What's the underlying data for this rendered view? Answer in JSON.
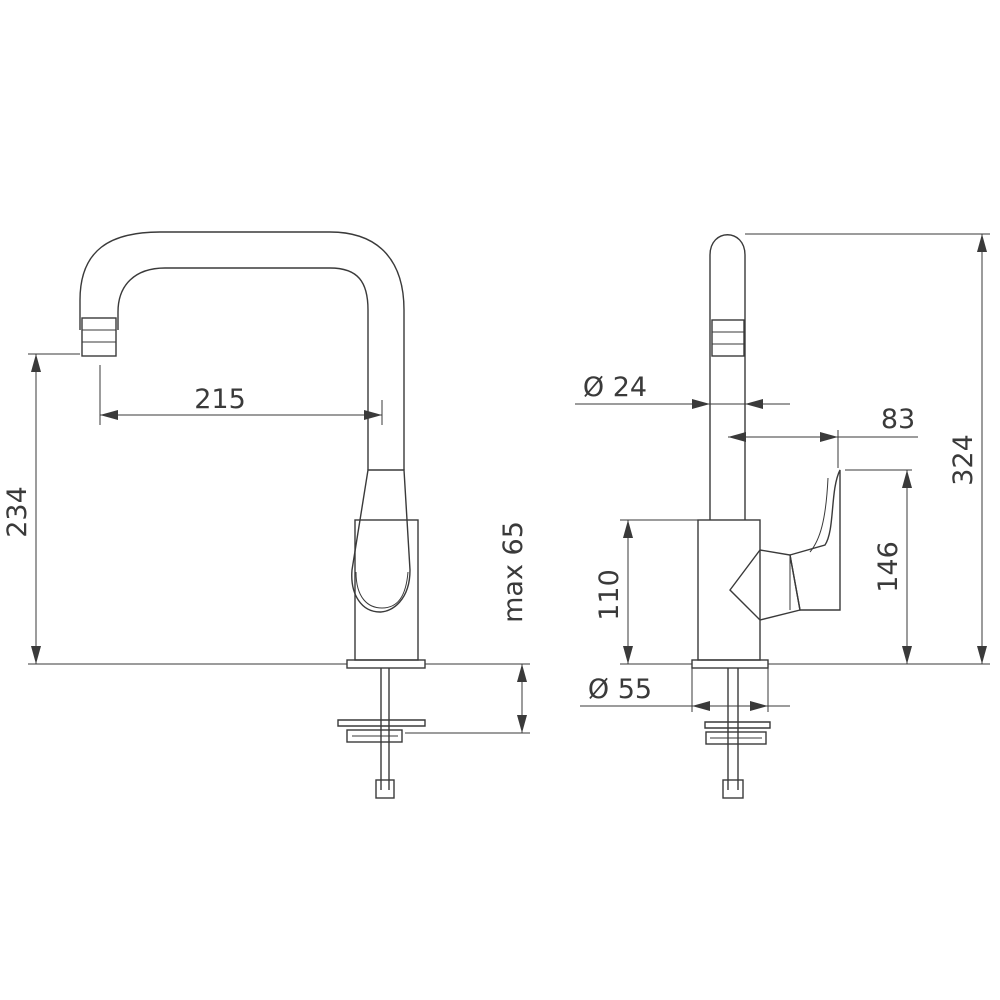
{
  "labels": {
    "spout_reach": "215",
    "front_height": "234",
    "max_deck": "max 65",
    "diameter_body": "Ø 24",
    "handle_reach": "83",
    "total_height": "324",
    "body_height": "110",
    "handle_height": "146",
    "base_diameter": "Ø 55"
  }
}
